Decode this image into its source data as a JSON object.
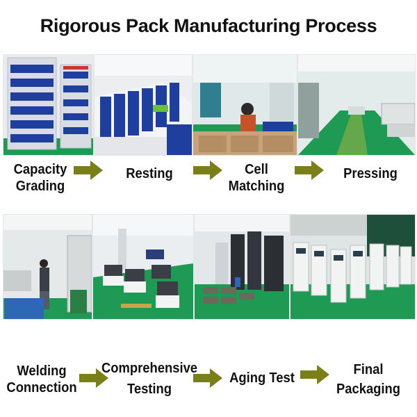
{
  "title": "Rigorous Pack Manufacturing Process",
  "colors": {
    "arrow": "#7a7f1a",
    "factory_floor": "#1f9a55",
    "battery_blue": "#1f3f9e",
    "cabinet_white": "#f2f4f3"
  },
  "row1": {
    "photos": [
      {
        "name": "capacity-grading-photo"
      },
      {
        "name": "resting-photo"
      },
      {
        "name": "cell-matching-photo"
      },
      {
        "name": "pressing-photo"
      }
    ],
    "steps": [
      {
        "line1": "Capacity",
        "line2": "Grading"
      },
      {
        "line1": "Resting",
        "line2": ""
      },
      {
        "line1": "Cell",
        "line2": "Matching"
      },
      {
        "line1": "Pressing",
        "line2": ""
      }
    ]
  },
  "row2": {
    "photos": [
      {
        "name": "welding-connection-photo"
      },
      {
        "name": "comprehensive-testing-photo"
      },
      {
        "name": "aging-test-photo"
      },
      {
        "name": "final-packaging-photo"
      }
    ],
    "steps": [
      {
        "line1": "Welding",
        "line2": "Connection"
      },
      {
        "line1": "Comprehensive",
        "line2": "Testing"
      },
      {
        "line1": "Aging Test",
        "line2": ""
      },
      {
        "line1": "Final",
        "line2": "Packaging"
      }
    ]
  }
}
